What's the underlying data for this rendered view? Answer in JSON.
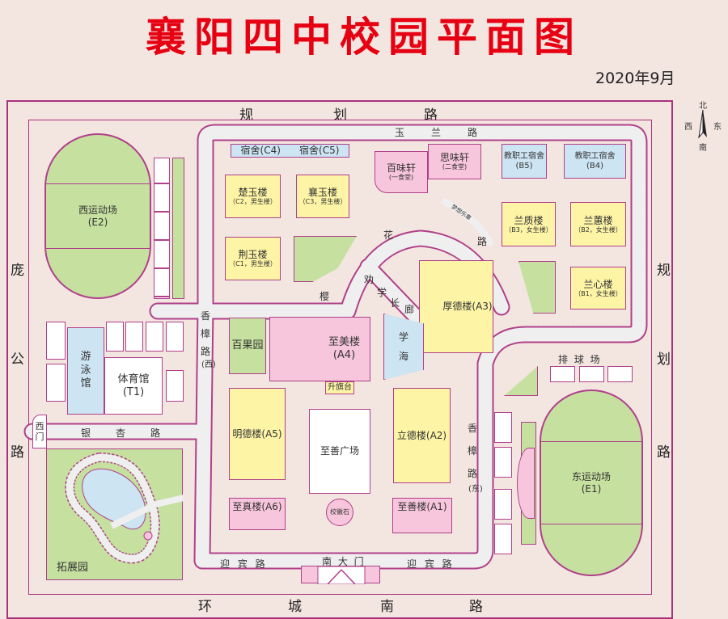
{
  "title": "襄阳四中校园平面图",
  "date": "2020年9月",
  "compass": {
    "north": "北",
    "west": "西",
    "east": "东",
    "south": "南"
  },
  "outer_roads": {
    "top": [
      "规",
      "划",
      "路"
    ],
    "left": [
      "庞",
      "公",
      "路"
    ],
    "right": [
      "规",
      "划",
      "路"
    ],
    "bottom": [
      "环",
      "城",
      "南",
      "路"
    ]
  },
  "inner_roads": {
    "yulan": [
      "玉",
      "兰",
      "路"
    ],
    "yinghua": [
      "樱",
      "花",
      "路"
    ],
    "mengxiang": "梦想乐章",
    "quanxue": [
      "劝",
      "学",
      "长",
      "廊"
    ],
    "xiangzhang_west": [
      "香",
      "樟",
      "路",
      "(西)"
    ],
    "xiangzhang_east": [
      "香",
      "樟",
      "路",
      "(东)"
    ],
    "yinxing": [
      "银",
      "杏",
      "路"
    ],
    "yingbin_left": "迎 宾 路",
    "yingbin_right": "迎 宾 路"
  },
  "buildings": {
    "c4": "宿舍(C4)",
    "c5": "宿舍(C5)",
    "baiwei": {
      "name": "百味轩",
      "sub": "(一食堂)"
    },
    "siwei": {
      "name": "思味轩",
      "sub": "(二食堂)"
    },
    "b5": {
      "name": "教职工宿舍",
      "sub": "(B5)"
    },
    "b4": {
      "name": "教职工宿舍",
      "sub": "(B4)"
    },
    "chuyu": {
      "name": "楚玉楼",
      "sub": "（C2，男生楼）"
    },
    "xiangyu": {
      "name": "襄玉楼",
      "sub": "（C3，男生楼）"
    },
    "jingyu": {
      "name": "荆玉楼",
      "sub": "（C1，男生楼）"
    },
    "lanzhi": {
      "name": "兰质楼",
      "sub": "（B3，女生楼）"
    },
    "lanhui": {
      "name": "兰蕙楼",
      "sub": "（B2，女生楼）"
    },
    "lanxin": {
      "name": "兰心楼",
      "sub": "（B1，女生楼）"
    },
    "houde": "厚德楼(A3)",
    "xuehai": [
      "学",
      "海"
    ],
    "zhimei": {
      "name": "至美楼",
      "sub": "(A4)"
    },
    "shengqi": "升旗台",
    "baiguo": "百果园",
    "mingde": "明德楼(A5)",
    "lide": "立德楼(A2)",
    "zhishan_sq": "至善广场",
    "zhizhen": "至真楼(A6)",
    "zhishan": "至善楼(A1)",
    "xiaohui": "校徽石",
    "nandamen": "南 大 门",
    "west_field": {
      "name": "西运动场",
      "sub": "(E2)"
    },
    "east_field": {
      "name": "东运动场",
      "sub": "(E1)"
    },
    "pool": [
      "游",
      "泳",
      "馆"
    ],
    "gym": {
      "name": "体育馆",
      "sub": "(T1)"
    },
    "ximen": [
      "西",
      "门"
    ],
    "tuozhan": "拓展园",
    "volleyball": "排 球 场"
  },
  "colors": {
    "title": "#e60012",
    "border": "#a8327e",
    "pink": "#f7c5dc",
    "yellow": "#fdf4a6",
    "blue": "#cde4f2",
    "green": "#c6e0a0",
    "road": "#efefef"
  }
}
